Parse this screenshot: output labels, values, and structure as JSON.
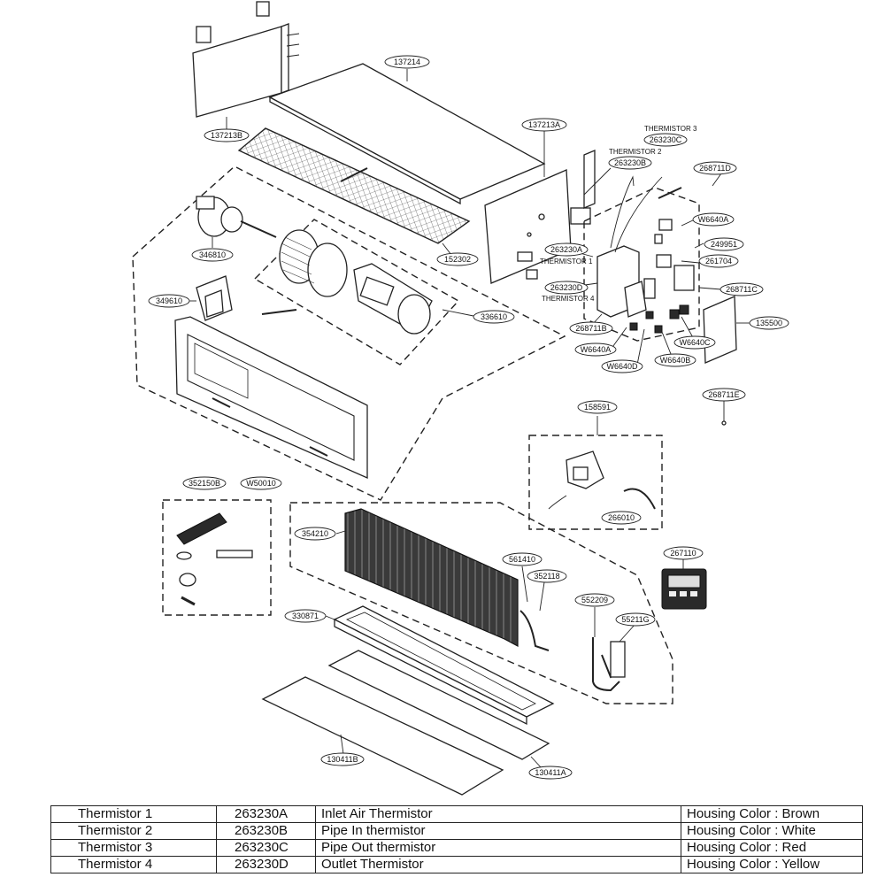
{
  "parts": {
    "p137214": "137214",
    "p137213A": "137213A",
    "p137213B": "137213B",
    "p152302": "152302",
    "p346810": "346810",
    "p349610": "349610",
    "p336610": "336610",
    "p263230C": "263230C",
    "p263230B": "263230B",
    "p263230A": "263230A",
    "p263230D": "263230D",
    "p268711D": "268711D",
    "p268711B": "268711B",
    "p268711C": "268711C",
    "p268711E": "268711E",
    "pW6640A_1": "W6640A",
    "pW6640A_2": "W6640A",
    "pW6640D": "W6640D",
    "pW6640B": "W6640B",
    "pW6640C": "W6640C",
    "p249951": "249951",
    "p261704": "261704",
    "p135500": "135500",
    "p158591": "158591",
    "p266010": "266010",
    "p352150B": "352150B",
    "pW50010": "W50010",
    "p354210": "354210",
    "p561410": "561410",
    "p352118": "352118",
    "p552209": "552209",
    "p55211G": "55211G",
    "p267110": "267110",
    "p330871": "330871",
    "p130411B": "130411B",
    "p130411A": "130411A"
  },
  "thermistor_labels": {
    "t3": "THERMISTOR 3",
    "t2": "THERMISTOR 2",
    "t1": "THERMISTOR 1",
    "t4": "THERMISTOR 4"
  },
  "legend": [
    {
      "name": "Thermistor 1",
      "part": "263230A",
      "desc": "Inlet Air Thermistor",
      "housing": "Housing Color : Brown"
    },
    {
      "name": "Thermistor 2",
      "part": "263230B",
      "desc": "Pipe In thermistor",
      "housing": "Housing Color : White"
    },
    {
      "name": "Thermistor 3",
      "part": "263230C",
      "desc": "Pipe Out thermistor",
      "housing": "Housing Color : Red"
    },
    {
      "name": "Thermistor 4",
      "part": "263230D",
      "desc": "Outlet Thermistor",
      "housing": "Housing Color : Yellow"
    }
  ]
}
